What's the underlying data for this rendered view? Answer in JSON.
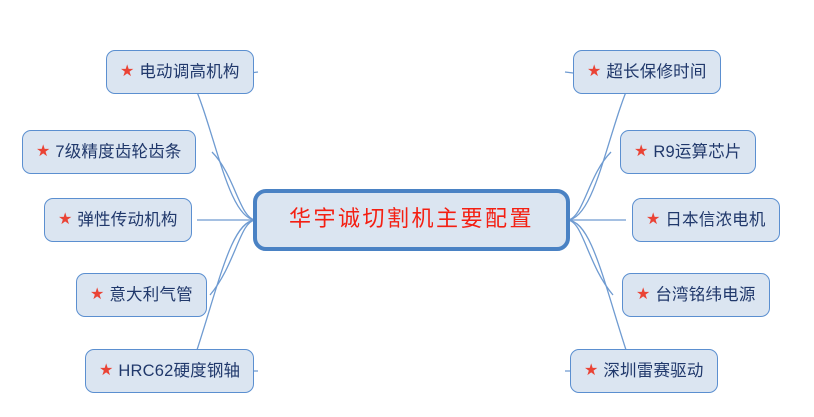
{
  "diagram": {
    "type": "mind-map",
    "background_color": "#ffffff",
    "center": {
      "text": "华宇诚切割机主要配置",
      "text_color": "#f41f12",
      "fill_color": "#dbe5f1",
      "border_color": "#4a82c4"
    },
    "branch_style": {
      "fill_color": "#dbe5f1",
      "border_color": "#5b8fd0",
      "text_color": "#20386b",
      "bullet_icon": "star-icon",
      "bullet_color": "#ea4335"
    },
    "left_branches": [
      {
        "label": "电动调高机构",
        "bullet": "★"
      },
      {
        "label": "7级精度齿轮齿条",
        "bullet": "★"
      },
      {
        "label": "弹性传动机构",
        "bullet": "★"
      },
      {
        "label": "意大利气管",
        "bullet": "★"
      },
      {
        "label": "HRC62硬度钢轴",
        "bullet": "★"
      }
    ],
    "right_branches": [
      {
        "label": "超长保修时间",
        "bullet": "★"
      },
      {
        "label": "R9运算芯片",
        "bullet": "★"
      },
      {
        "label": "日本信浓电机",
        "bullet": "★"
      },
      {
        "label": "台湾铭纬电源",
        "bullet": "★"
      },
      {
        "label": "深圳雷赛驱动",
        "bullet": "★"
      }
    ]
  }
}
